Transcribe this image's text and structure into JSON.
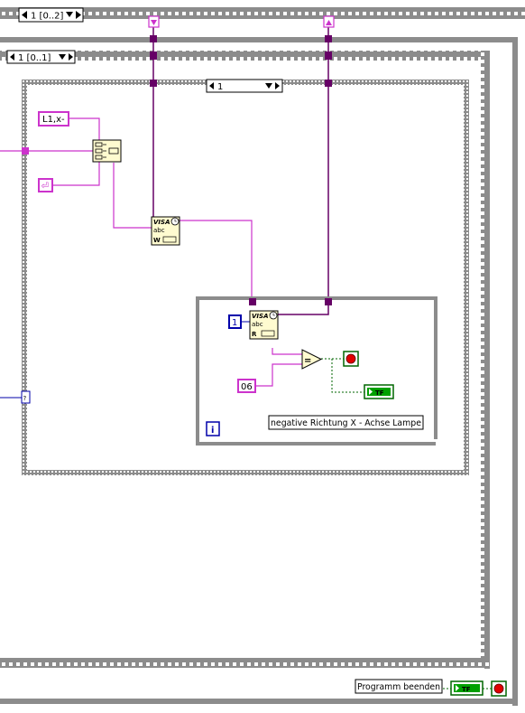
{
  "outer_sequence": {
    "selector": "1 [0..2]"
  },
  "inner_sequence": {
    "selector": "1 [0..1]"
  },
  "case_structure": {
    "selector": "1"
  },
  "constants": {
    "command_string": "L1,x-",
    "line_feed_glyph": "⏎",
    "read_byte_count": "1",
    "compare_string": "06"
  },
  "vis": {
    "visa_write": {
      "line1": "VISA",
      "line2": "abc",
      "mode": "W"
    },
    "visa_read": {
      "line1": "VISA",
      "line2": "abc",
      "mode": "R"
    }
  },
  "while_loop": {
    "iteration_terminal": "i",
    "label": "negative Richtung X - Achse Lampe"
  },
  "compare": {
    "symbol": "="
  },
  "boolean_constants": {
    "inner_tf": "TF",
    "outer_tf": "TF"
  },
  "tunnel_marker": "?",
  "program_end_label": "Programm beenden",
  "colors": {
    "string_wire": "#cc33cc",
    "numeric_wire": "#0000aa",
    "boolean_wire": "#006600",
    "frame_gray": "#8c8c8c",
    "tunnel_purple": "#660066",
    "stop_red": "#e00000",
    "tf_green": "#00a000"
  }
}
